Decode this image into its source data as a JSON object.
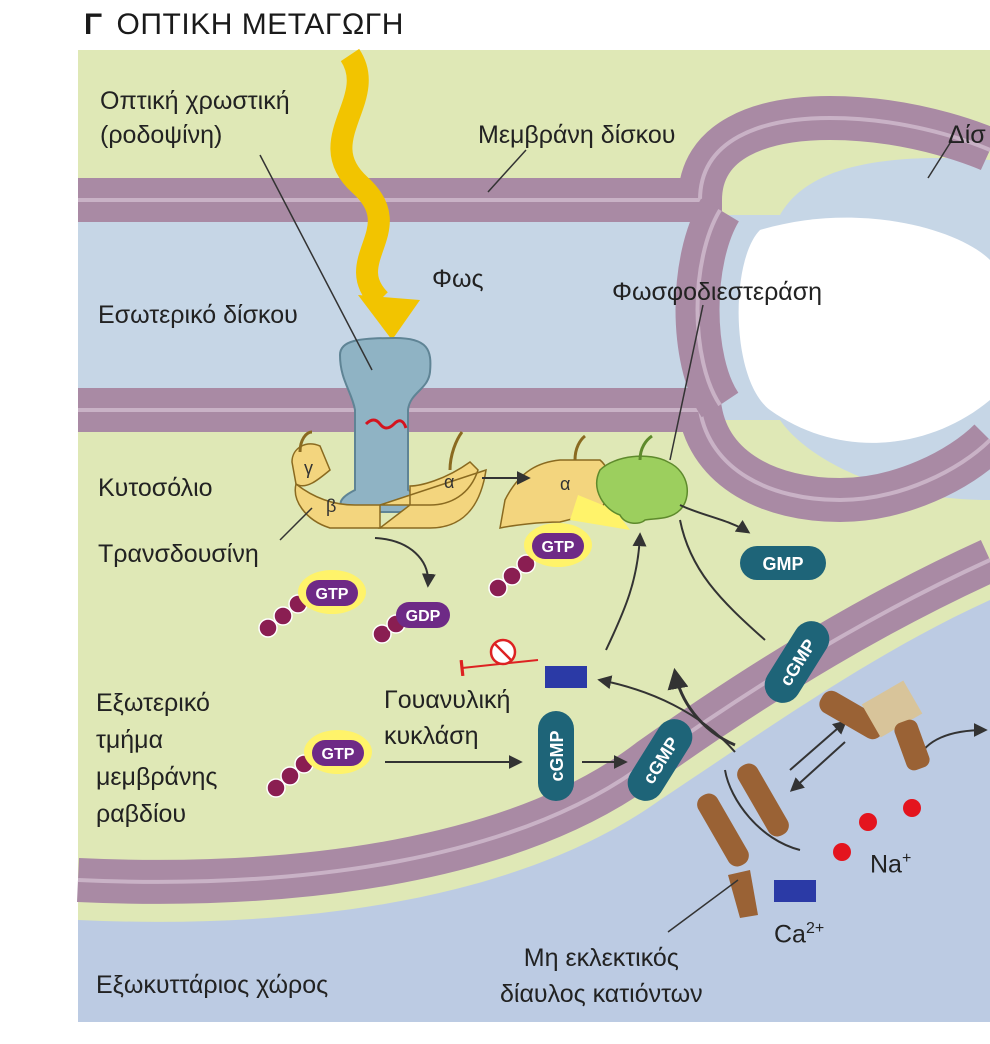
{
  "section_letter": "Γ",
  "section_title": "ΟΠΤΙΚΗ ΜΕΤΑΓΩΓΗ",
  "labels": {
    "pigment_line1": "Οπτική χρωστική",
    "pigment_line2": "(ροδοψίνη)",
    "disc_membrane": "Μεμβράνη δίσκου",
    "disc_cut": "Δίσ",
    "light": "Φως",
    "disc_interior": "Εσωτερικό δίσκου",
    "phosphodiesterase": "Φωσφοδιεστεράση",
    "cytosol": "Κυτοσόλιο",
    "transducin": "Τρανσδουσίνη",
    "outer_segment": [
      "Εξωτερικό",
      "τμήμα",
      "μεμβράνης",
      "ραβδίου"
    ],
    "guanylyl_cyclase": [
      "Γουανυλική",
      "κυκλάση"
    ],
    "channel": [
      "Μη εκλεκτικός",
      "δίαυλος κατιόντων"
    ],
    "extracellular": "Εξωκυττάριος χώρος",
    "sodium": "Na",
    "sodium_charge": "+",
    "calcium": "Ca",
    "calcium_charge": "2+"
  },
  "molecules": {
    "gtp": "GTP",
    "gdp": "GDP",
    "gmp": "GMP",
    "cgmp": "cGMP"
  },
  "subunits": {
    "gamma": "γ",
    "beta": "β",
    "alpha": "α"
  },
  "colors": {
    "cytosol": "#dfe8b6",
    "disc_interior": "#c6d6e6",
    "extracellular": "#bccbe3",
    "membrane": "#a98aa4",
    "light_arrow": "#f2c400",
    "rhodopsin": "#8fb3c4",
    "transducin": "#f3d57e",
    "pde": "#9ccf5e",
    "molecule_badge": "#1e6478",
    "gtp_badge": "#6e2a86",
    "bead": "#8a1e52",
    "channel": "#9a6235",
    "sodium": "#e4141e",
    "calcium": "#2b3aa6"
  }
}
